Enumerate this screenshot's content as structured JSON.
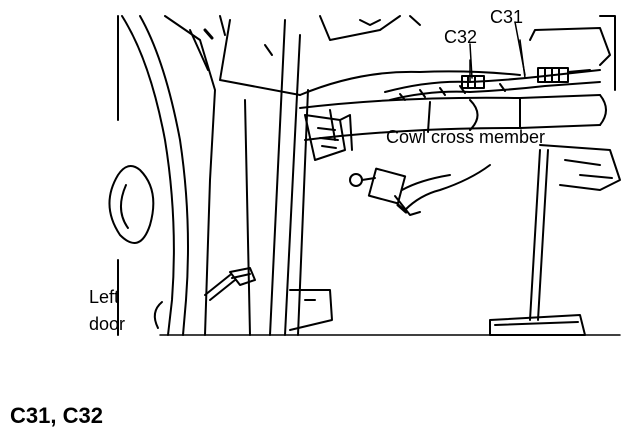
{
  "labels": {
    "c31": "C31",
    "c32": "C32",
    "cowl_cross_member": "Cowl cross member",
    "left_door_line1": "Left",
    "left_door_line2": "door"
  },
  "caption": "C31,  C32",
  "colors": {
    "line": "#000000",
    "background": "#ffffff"
  }
}
